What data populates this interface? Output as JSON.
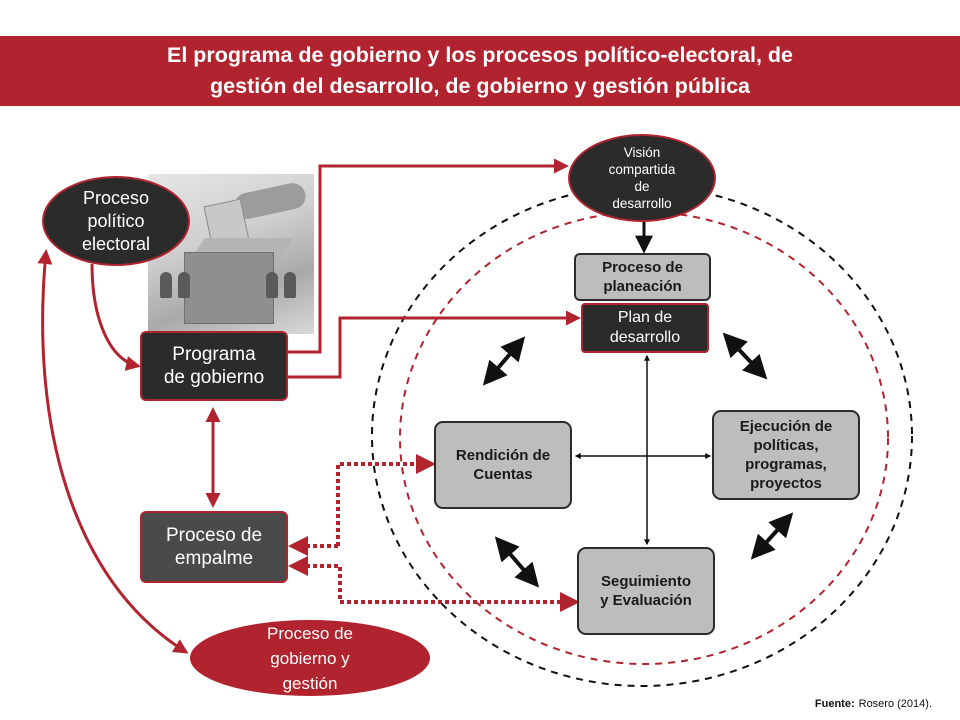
{
  "title": {
    "line1": "El programa de gobierno y los procesos político-electoral, de",
    "line2": "gestión del desarrollo, de gobierno y gestión pública"
  },
  "nodes": {
    "proceso_politico": [
      "Proceso",
      "político",
      "electoral"
    ],
    "programa_gobierno": [
      "Programa",
      "de gobierno"
    ],
    "proceso_empalme": [
      "Proceso de",
      "empalme"
    ],
    "proceso_gobierno_gestion": [
      "Proceso de",
      "gobierno y",
      "gestión"
    ],
    "vision": [
      "Visión",
      "compartida",
      "de",
      "desarrollo"
    ],
    "proceso_planeacion": [
      "Proceso de",
      "planeación"
    ],
    "plan_desarrollo": [
      "Plan de",
      "desarrollo"
    ],
    "rendicion_cuentas": [
      "Rendición de",
      "Cuentas"
    ],
    "ejecucion": [
      "Ejecución de",
      "políticas,",
      "programas,",
      "proyectos"
    ],
    "seguimiento": [
      "Seguimiento",
      "y Evaluación"
    ]
  },
  "source": {
    "label": "Fuente:",
    "text": "Rosero (2014)."
  },
  "colors": {
    "accent_red": "#b1242f",
    "dark": "#2b2b2b",
    "light_gray": "#bdbdbd"
  },
  "image": "ballot-box-photo"
}
